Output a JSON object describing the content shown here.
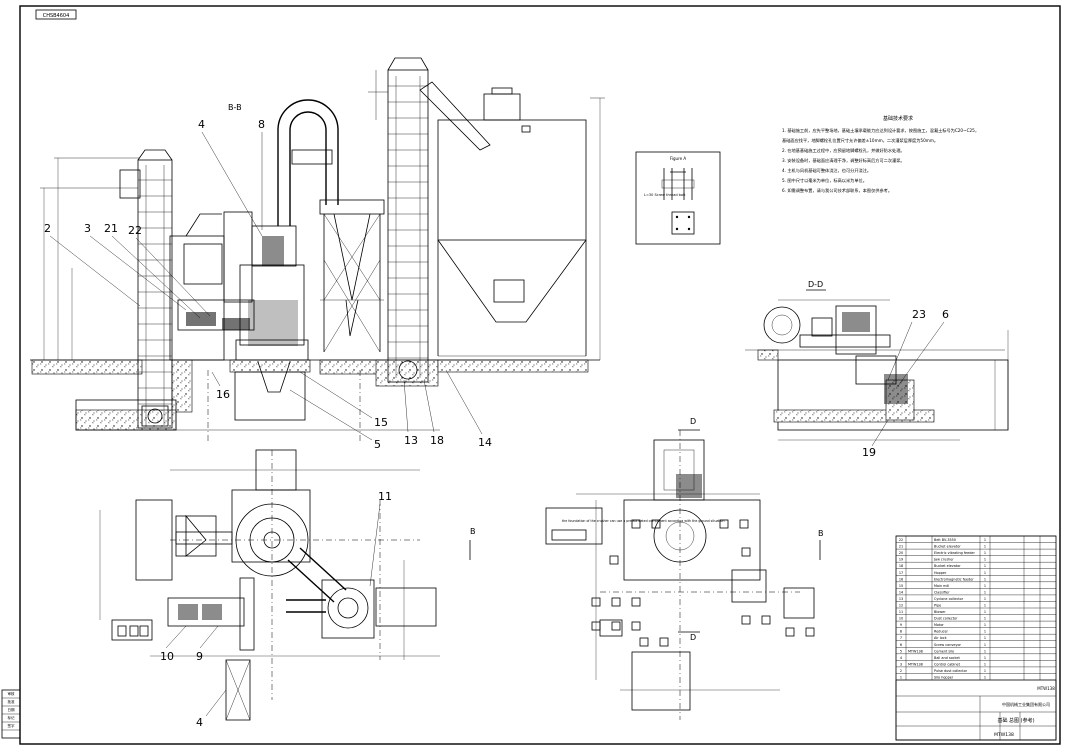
{
  "sheet": {
    "frame_tag": "CHSB4604",
    "section_labels": {
      "bb_top": "B-B",
      "dd_top": "D-D",
      "b_left": "B",
      "b_right": "B",
      "d_top": "D",
      "d_bottom": "D"
    },
    "figure_a_title": "Figure A",
    "figure_a_note": "L=30 Screw thread bolt",
    "plan_note": "the foundation of the crusher can use a prefabricated component according with the ground situation",
    "tech_requirements_title": "基础技术要求",
    "tech_requirements": [
      "1. 基础施工前，应先平整场地，基础土壤承载能力应达到设计要求，按图施工，混凝土标号为C20~C25，",
      "   基础面应找平，地脚螺栓孔位置尺寸允许偏差±10mm，二次灌浆层厚度为50mm。",
      "2. 在地基基础施工过程中，应预留地脚螺栓孔，并做好防水处理。",
      "3. 安装设备时，基础面应清理干净，调整好标高后方可二次灌浆。",
      "4. 主机与风机基础可整体浇注，也可分开浇注。",
      "5. 图中尺寸以毫米为单位，标高以米为单位。",
      "6. 如需调整布置，请与我公司技术部联系，本图仅供参考。"
    ],
    "callouts": {
      "c2": "2",
      "c3": "3",
      "c21": "21",
      "c22": "22",
      "c4a": "4",
      "c8": "8",
      "c16": "16",
      "c15": "15",
      "c5": "5",
      "c13": "13",
      "c18": "18",
      "c14": "14",
      "c11": "11",
      "c10": "10",
      "c9": "9",
      "c4b": "4",
      "c23": "23",
      "c6": "6",
      "c19": "19"
    },
    "title_block": {
      "project": "中国机械工业集团有限公司",
      "drawing_name": "基础 总图 (参考)",
      "drawing_no": "MTW138",
      "parts": [
        "Belt BV-3550",
        "Bucket elevator",
        "Electric vibrating feeder",
        "Jaw crusher",
        "Bucket elevator",
        "Hopper",
        "Electromagnetic feeder",
        "Main mill",
        "Classifier",
        "Cyclone collector",
        "Pipe",
        "Blower",
        "Dust collector",
        "Motor",
        "Reducer",
        "Air lock",
        "Screw conveyor",
        "Cement silo",
        "Ball and socket",
        "Control cabinet",
        "Pulse dust collector",
        "Silo hopper"
      ],
      "model_rows": [
        "MTW138",
        "MTW138"
      ],
      "stamp": "MTW138"
    },
    "side_labels": [
      "审核",
      "批准",
      "日期",
      "标记",
      "签字"
    ]
  }
}
